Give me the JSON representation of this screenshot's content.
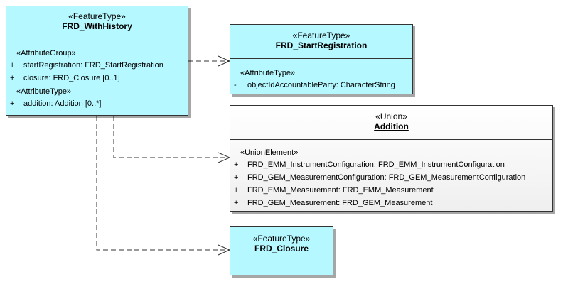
{
  "classes": {
    "withhistory": {
      "stereotype": "«FeatureType»",
      "name": "FRD_WithHistory",
      "group1": "«AttributeGroup»",
      "group1_rows": [
        {
          "vis": "+",
          "text": "startRegistration: FRD_StartRegistration"
        },
        {
          "vis": "+",
          "text": "closure: FRD_Closure [0..1]"
        }
      ],
      "group2": "«AttributeType»",
      "group2_rows": [
        {
          "vis": "+",
          "text": "addition: Addition [0..*]"
        }
      ]
    },
    "startregistration": {
      "stereotype": "«FeatureType»",
      "name": "FRD_StartRegistration",
      "group1": "«AttributeType»",
      "group1_rows": [
        {
          "vis": "-",
          "text": "objectIdAccountableParty: CharacterString"
        }
      ]
    },
    "addition": {
      "stereotype": "«Union»",
      "name": "Addition",
      "group1": "«UnionElement»",
      "group1_rows": [
        {
          "vis": "+",
          "text": "FRD_EMM_InstrumentConfiguration: FRD_EMM_InstrumentConfiguration"
        },
        {
          "vis": "+",
          "text": "FRD_GEM_MeasurementConfiguration: FRD_GEM_MeasurementConfiguration"
        },
        {
          "vis": "+",
          "text": "FRD_EMM_Measurement: FRD_EMM_Measurement"
        },
        {
          "vis": "+",
          "text": "FRD_GEM_Measurement: FRD_GEM_Measurement"
        }
      ]
    },
    "closure": {
      "stereotype": "«FeatureType»",
      "name": "FRD_Closure"
    }
  },
  "colors": {
    "feature_fill": "#b5f8ff",
    "border": "#333333",
    "connector": "#333333"
  }
}
